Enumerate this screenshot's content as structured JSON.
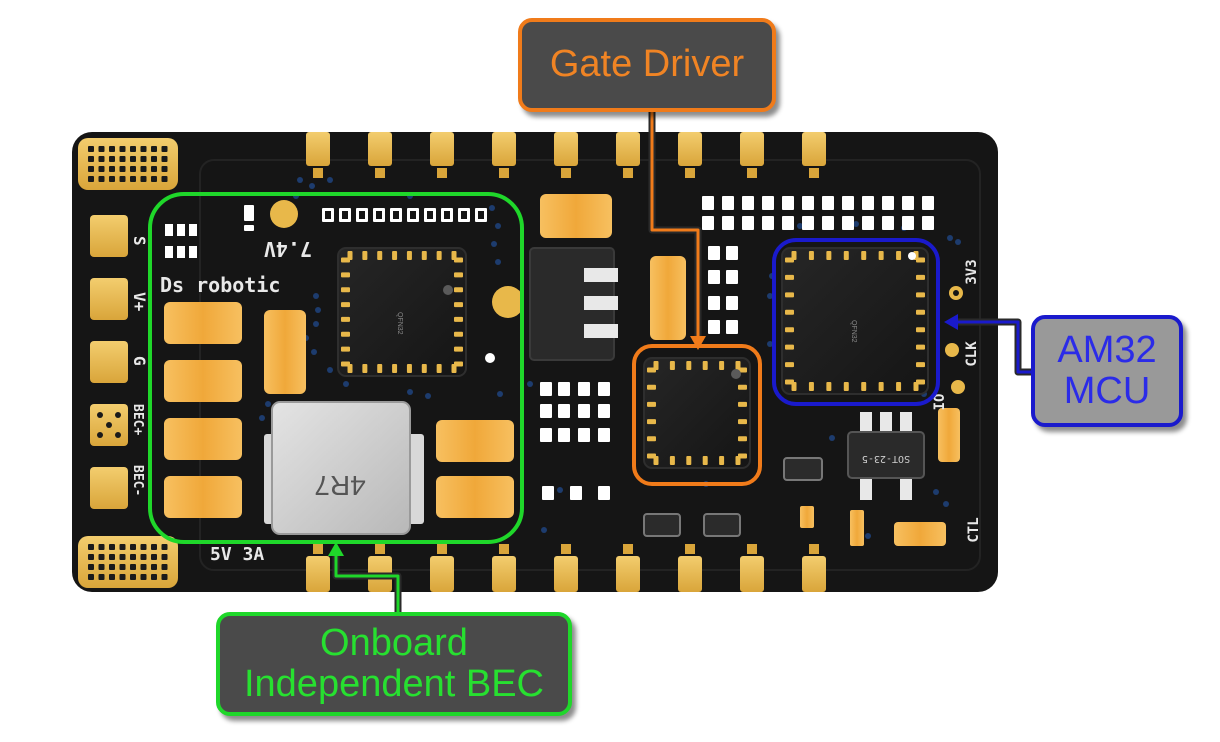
{
  "callouts": {
    "gate_driver": {
      "label": "Gate Driver",
      "color": "#f07b1a"
    },
    "am32_mcu": {
      "line1": "AM32",
      "line2": "MCU",
      "color": "#1a1acc"
    },
    "bec": {
      "line1": "Onboard",
      "line2": "Independent BEC",
      "color": "#1fd72a"
    }
  },
  "silkscreen": {
    "brand": "Ds robotic",
    "voltage": "7.4V",
    "inductor": "4R7",
    "bec_rating": "5V 3A",
    "pin_s": "S",
    "pin_v": "V+",
    "pin_g": "G",
    "pin_bec_plus": "BEC+",
    "pin_bec_minus": "BEC-",
    "pin_3v3": "3V3",
    "pin_clk": "CLK",
    "pin_io": "IO",
    "pin_ctl": "CTL",
    "qfn_label_1": "QFN32",
    "qfn_label_2": "QFN32",
    "sot_label": "SOT-23-5"
  },
  "colors": {
    "pcb": "#151515",
    "pad_gold": "#e8b84a",
    "smd_orange": "#f0a83a"
  }
}
